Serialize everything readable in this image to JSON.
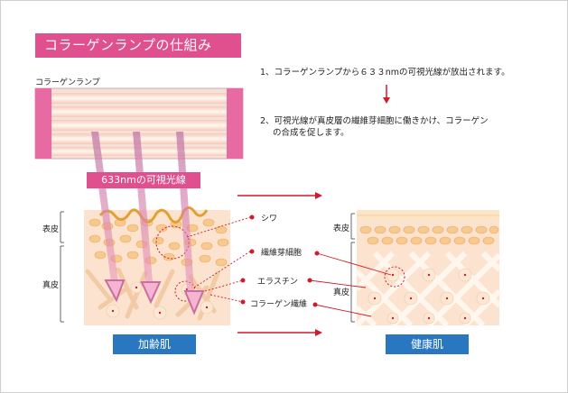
{
  "title": "コラーゲンランプの仕組み",
  "lamp_label": "コラーゲンランプ",
  "beam_label": "633nmの可視光線",
  "steps": [
    "1、コラーゲンランプから６３３nmの可視光線が放出されます。",
    "2、可視光線が真皮層の繊維芽細胞に働きかけ、コラーゲン",
    "の合成を促します。"
  ],
  "left_skin": {
    "epidermis": "表皮",
    "dermis": "真皮",
    "badge": "加齢肌"
  },
  "right_skin": {
    "epidermis": "表皮",
    "dermis": "真皮",
    "badge": "健康肌"
  },
  "callouts": {
    "wrinkle": "シワ",
    "fibroblast": "繊維芽細胞",
    "elastin": "エラスチン",
    "collagen_fiber": "コラーゲン繊維"
  },
  "colors": {
    "pink": "#e04f8e",
    "blue": "#2a77c1",
    "red": "#d11a2a",
    "skin": "#fbe3cf",
    "cell": "#f7c98e"
  }
}
